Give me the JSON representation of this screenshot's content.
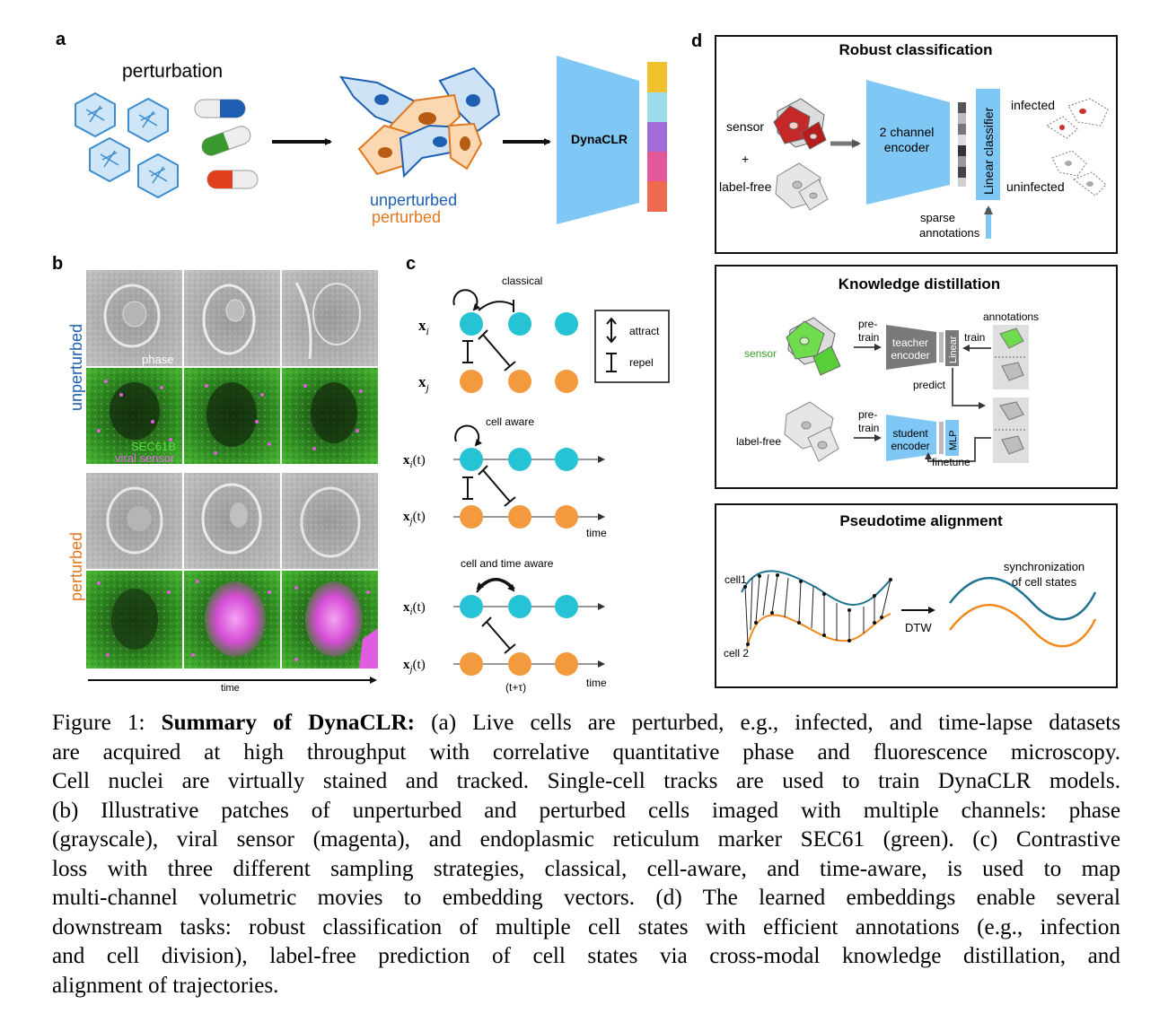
{
  "panel_a": {
    "letter": "a",
    "perturbation_label": "perturbation",
    "unperturbed_label": "unperturbed",
    "perturbed_label": "perturbed",
    "model_label": "DynaCLR",
    "embedding_colors": [
      "#f2c12e",
      "#9adcec",
      "#a36bd8",
      "#e2589b",
      "#ee6a4f"
    ],
    "unperturbed_color": "#1f5fb3",
    "perturbed_color": "#e07820",
    "encoder_color": "#7fc8f5"
  },
  "panel_b": {
    "letter": "b",
    "row_label_unperturbed": "unperturbed",
    "row_label_perturbed": "perturbed",
    "phase_label": "phase",
    "sec61b_label": "SEC61B",
    "viral_sensor_label": "viral sensor",
    "time_label": "time"
  },
  "panel_c": {
    "letter": "c",
    "classical_title": "classical",
    "cell_aware_title": "cell aware",
    "cell_time_aware_title": "cell and time aware",
    "attract_label": "attract",
    "repel_label": "repel",
    "xi": "x",
    "xi_sub": "i",
    "xj_sub": "j",
    "t_suffix": "(t)",
    "time_label": "time",
    "tau_label": "(t+τ)",
    "anchor_color": "#26c3d4",
    "negative_color": "#f39a3e"
  },
  "panel_d": {
    "letter": "d",
    "robust": {
      "title": "Robust classification",
      "sensor": "sensor",
      "plus": "+",
      "label_free": "label-free",
      "encoder": [
        "2 channel",
        "encoder"
      ],
      "classifier": "Linear classifier",
      "infected": "infected",
      "uninfected": "uninfected",
      "sparse": [
        "sparse",
        "annotations"
      ]
    },
    "distill": {
      "title": "Knowledge distillation",
      "sensor": "sensor",
      "label_free": "label-free",
      "pretrain": [
        "pre-",
        "train"
      ],
      "teacher": [
        "teacher",
        "encoder"
      ],
      "student": [
        "student",
        "encoder"
      ],
      "linear": "Linear",
      "mlp": "MLP",
      "annotations": "annotations",
      "train": "train",
      "predict": "predict",
      "finetune": "finetune"
    },
    "pseudotime": {
      "title": "Pseudotime alignment",
      "cell1": "cell1",
      "cell2": "cell 2",
      "dtw": "DTW",
      "sync": [
        "synchronization",
        "of cell states"
      ],
      "line1_color": "#1f7390",
      "line2_color": "#f08a1e"
    }
  },
  "caption": {
    "prefix": "Figure 1: ",
    "bold": "Summary of DynaCLR:",
    "lines": [
      " (a) Live cells are perturbed, e.g., infected, and time-lapse datasets",
      "are acquired at high throughput with correlative quantitative phase and fluorescence microscopy.",
      "Cell nuclei are virtually stained and tracked. Single-cell tracks are used to train DynaCLR models.",
      "(b) Illustrative patches of unperturbed and perturbed cells imaged with multiple channels: phase",
      "(grayscale), viral sensor (magenta), and endoplasmic reticulum marker SEC61 (green). (c) Contrastive",
      "loss with three different sampling strategies, classical, cell-aware, and time-aware, is used to map",
      "multi-channel volumetric movies to embedding vectors. (d) The learned embeddings enable several",
      "downstream tasks: robust classification of multiple cell states with efficient annotations (e.g., infection",
      "and cell division), label-free prediction of cell states via cross-modal knowledge distillation, and",
      "alignment of trajectories."
    ]
  }
}
